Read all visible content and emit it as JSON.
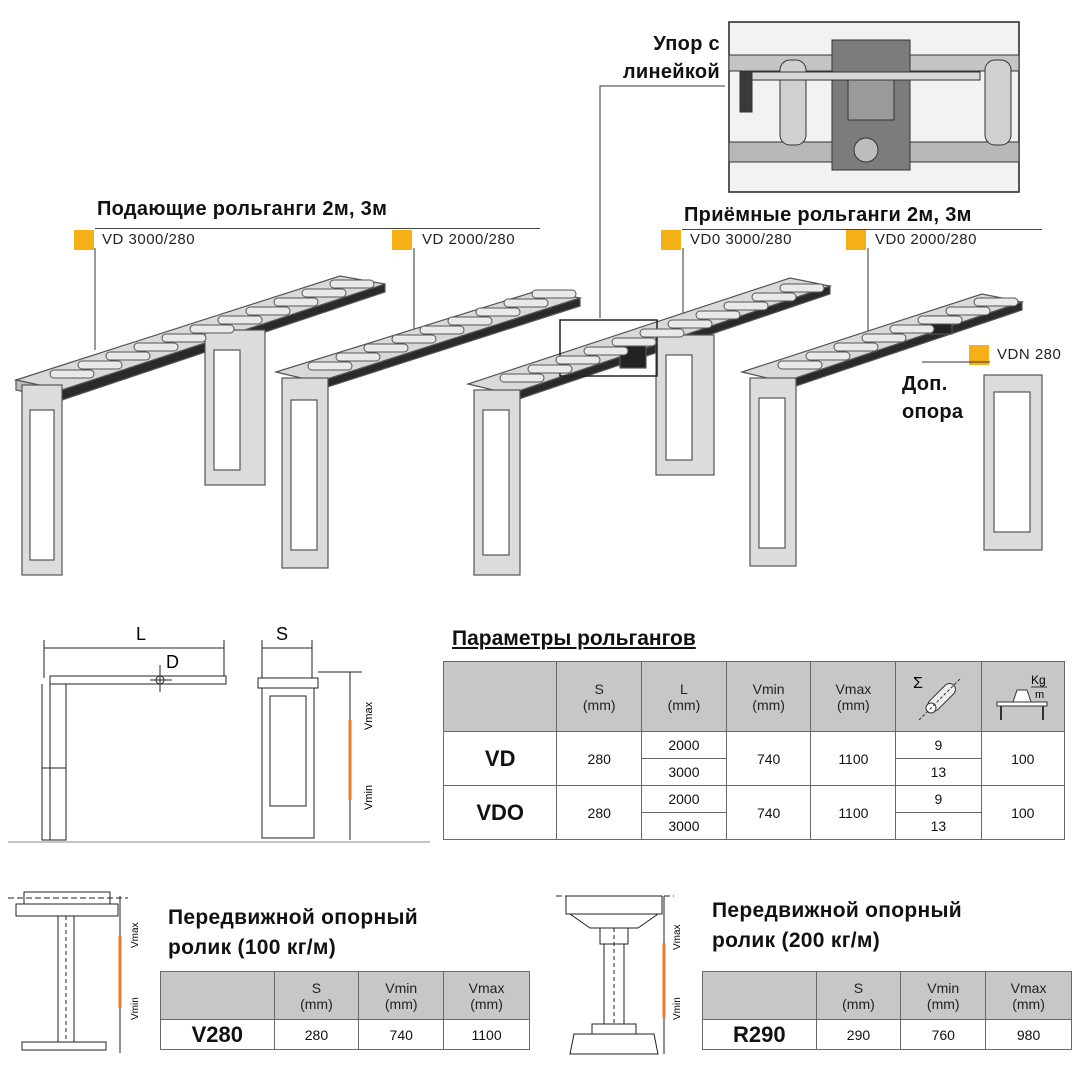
{
  "headings": {
    "feed": "Подающие рольганги 2м, 3м",
    "receive": "Приёмные рольганги 2м, 3м",
    "stop_line1": "Упор с",
    "stop_line2": "линейкой",
    "extra_line1": "Доп.",
    "extra_line2": "опора"
  },
  "models": {
    "vd3000": "VD 3000/280",
    "vd2000": "VD 2000/280",
    "vdo3000": "VD0 3000/280",
    "vdo2000": "VD0 2000/280",
    "vdn": "VDN 280"
  },
  "swatch_color": "#f5b018",
  "diagram_labels": {
    "L": "L",
    "S": "S",
    "D": "D",
    "vmax": "Vmax",
    "vmin": "Vmin"
  },
  "params_table": {
    "title": "Параметры рольгангов",
    "headers": {
      "s": "S",
      "s_unit": "(mm)",
      "l": "L",
      "l_unit": "(mm)",
      "vmin": "Vmin",
      "vmin_unit": "(mm)",
      "vmax": "Vmax",
      "vmax_unit": "(mm)",
      "load_icon": "load-kg-icon",
      "load_kg": "Kg",
      "load_m": "m"
    },
    "rows": [
      {
        "model": "VD",
        "s": "280",
        "l1": "2000",
        "l2": "3000",
        "vmin": "740",
        "vmax": "1100",
        "r1": "9",
        "r2": "13",
        "load": "100"
      },
      {
        "model": "VDO",
        "s": "280",
        "l1": "2000",
        "l2": "3000",
        "vmin": "740",
        "vmax": "1100",
        "r1": "9",
        "r2": "13",
        "load": "100"
      }
    ]
  },
  "roller100": {
    "title_line1": "Передвижной опорный",
    "title_line2": "ролик (100 кг/м)",
    "headers": {
      "s": "S",
      "s_unit": "(mm)",
      "vmin": "Vmin",
      "vmin_unit": "(mm)",
      "vmax": "Vmax",
      "vmax_unit": "(mm)"
    },
    "row": {
      "model": "V280",
      "s": "280",
      "vmin": "740",
      "vmax": "1100"
    }
  },
  "roller200": {
    "title_line1": "Передвижной опорный",
    "title_line2": "ролик (200 кг/м)",
    "headers": {
      "s": "S",
      "s_unit": "(mm)",
      "vmin": "Vmin",
      "vmin_unit": "(mm)",
      "vmax": "Vmax",
      "vmax_unit": "(mm)"
    },
    "row": {
      "model": "R290",
      "s": "290",
      "vmin": "760",
      "vmax": "980"
    }
  }
}
